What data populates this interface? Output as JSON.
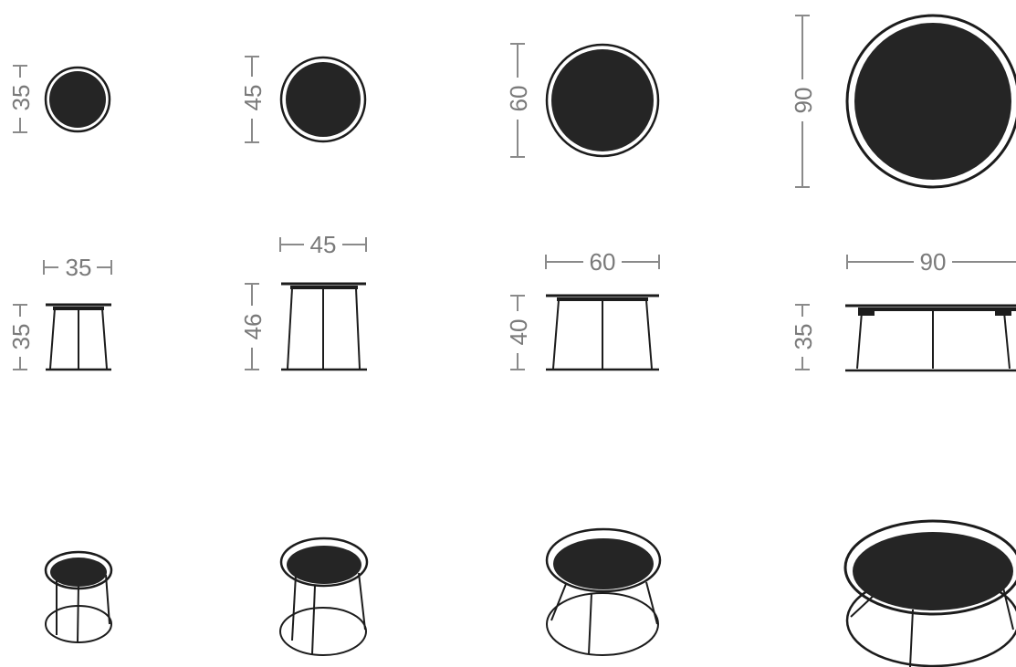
{
  "tables": [
    {
      "id": "35",
      "diameter_label": "35",
      "height_label": "35"
    },
    {
      "id": "45",
      "diameter_label": "45",
      "height_label": "46"
    },
    {
      "id": "60",
      "diameter_label": "60",
      "height_label": "40"
    },
    {
      "id": "90",
      "diameter_label": "90",
      "height_label": "35"
    }
  ]
}
